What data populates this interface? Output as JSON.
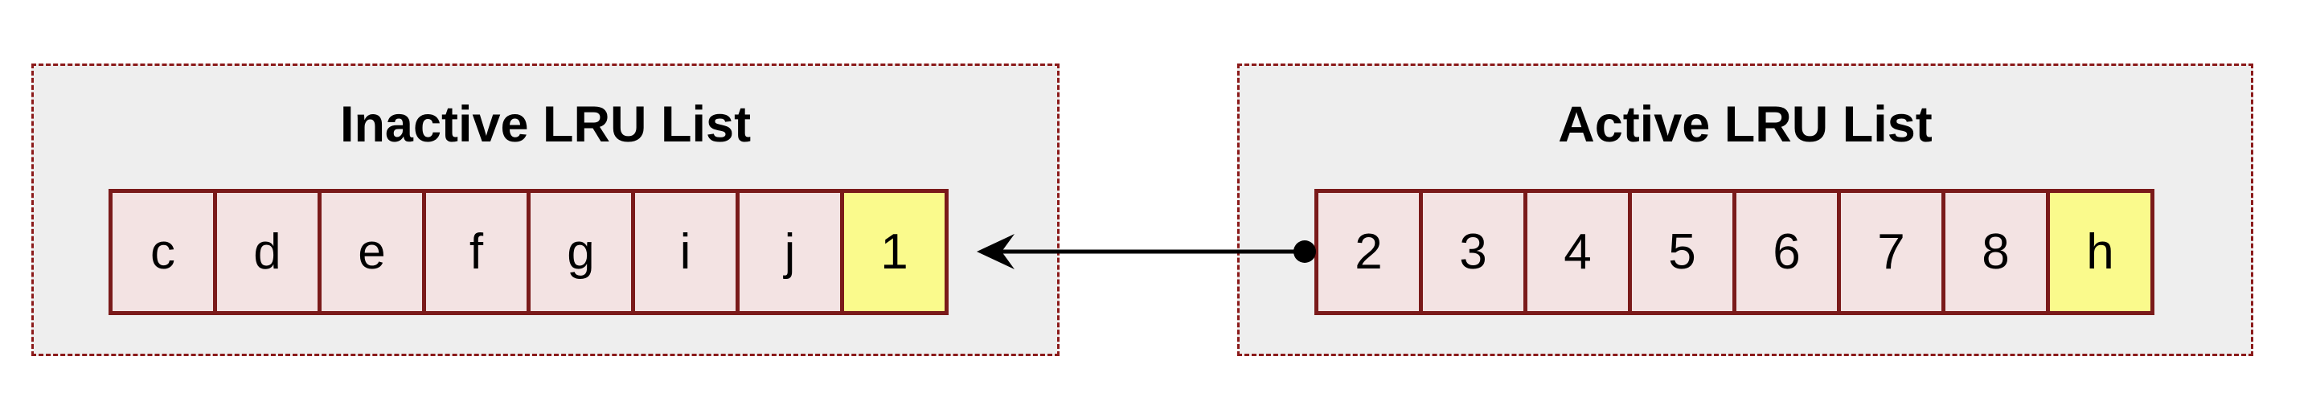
{
  "inactive_list": {
    "title": "Inactive LRU List",
    "cells": [
      {
        "label": "c",
        "highlight": false
      },
      {
        "label": "d",
        "highlight": false
      },
      {
        "label": "e",
        "highlight": false
      },
      {
        "label": "f",
        "highlight": false
      },
      {
        "label": "g",
        "highlight": false
      },
      {
        "label": "i",
        "highlight": false
      },
      {
        "label": "j",
        "highlight": false
      },
      {
        "label": "1",
        "highlight": true
      }
    ]
  },
  "active_list": {
    "title": "Active LRU List",
    "cells": [
      {
        "label": "2",
        "highlight": false
      },
      {
        "label": "3",
        "highlight": false
      },
      {
        "label": "4",
        "highlight": false
      },
      {
        "label": "5",
        "highlight": false
      },
      {
        "label": "6",
        "highlight": false
      },
      {
        "label": "7",
        "highlight": false
      },
      {
        "label": "8",
        "highlight": false
      },
      {
        "label": "h",
        "highlight": true
      }
    ]
  },
  "colors": {
    "panel_border": "#8b1a1a",
    "panel_fill": "#eeeeee",
    "cell_border": "#7a1a1a",
    "cell_fill": "#f3e3e3",
    "highlight_fill": "#fafa8c",
    "arrow": "#000000"
  }
}
